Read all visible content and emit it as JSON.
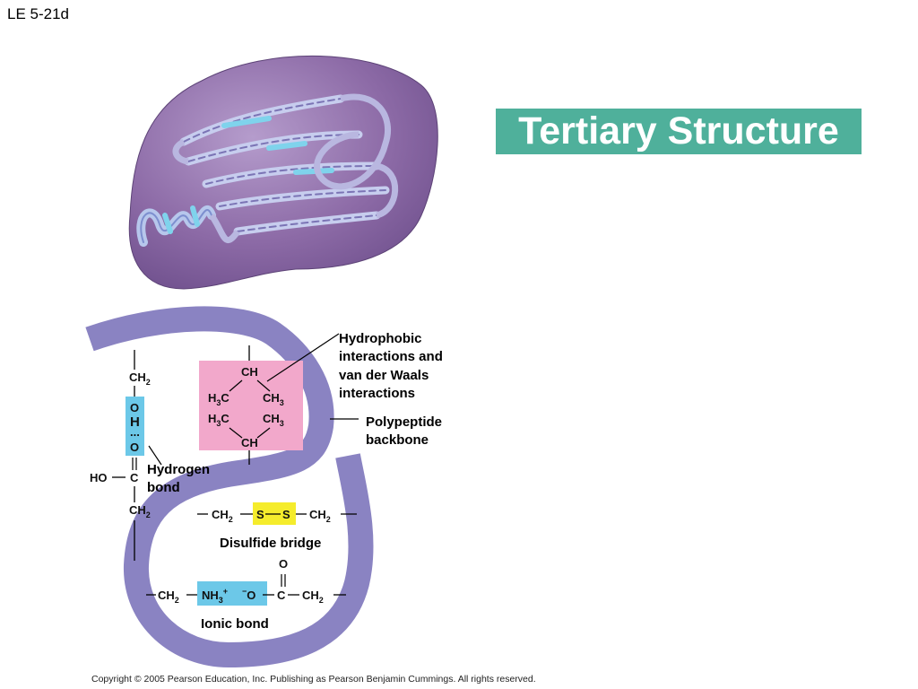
{
  "slide_id": "LE 5-21d",
  "title": "Tertiary Structure",
  "labels": {
    "hydrophobic": [
      "Hydrophobic",
      "interactions and",
      "van der Waals",
      "interactions"
    ],
    "backbone": [
      "Polypeptide",
      "backbone"
    ],
    "hbond": [
      "Hydrogen",
      "bond"
    ],
    "disulfide": "Disulfide bridge",
    "ionic": "Ionic bond"
  },
  "chemistry": {
    "ch2": "CH",
    "two": "2",
    "three": "3",
    "ch": "CH",
    "ch3": "CH",
    "h3c": "H",
    "c_label": "C",
    "c": "C",
    "o": "O",
    "h": "H",
    "dots": "...",
    "ho": "HO",
    "s": "S",
    "nh3": "NH",
    "plus": "+",
    "minus": "−",
    "o_minus": "O"
  },
  "copyright": "Copyright ©  2005 Pearson Education, Inc. Publishing as Pearson Benjamin Cummings. All rights reserved.",
  "colors": {
    "title_bg": "#4fb09b",
    "ribbon": "#8a83c2",
    "protein": "#8c6aa6",
    "hbond_box": "#6cc8e8",
    "hydrophobic_box": "#f2a8cb",
    "disulfide_box": "#f5ec2c",
    "ionic_box": "#6cc8e8"
  }
}
